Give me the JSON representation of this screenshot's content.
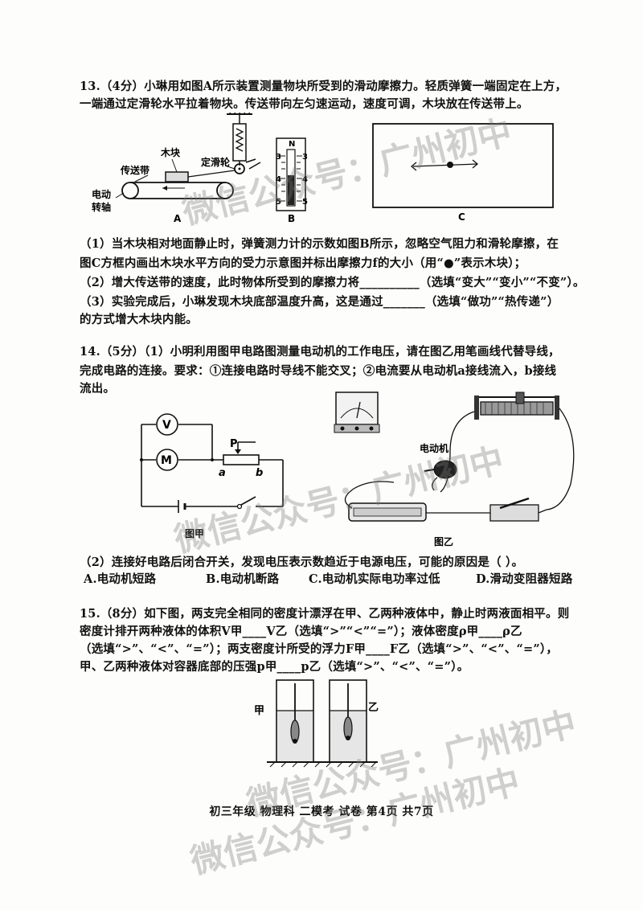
{
  "q13": {
    "lines": [
      "13.（4分）小琳用如图A所示装置测量物块所受到的滑动摩擦力。轻质弹簧一端固定在上方，",
      "一端通过定滑轮水平拉着物块。传送带向左匀速运动，速度可调，木块放在传送带上。",
      "（1）当木块相对地面静止时，弹簧测力计的示数如图B所示，忽略空气阻力和滑轮摩擦，在",
      "图C方框内画出木块水平方向的受力示意图并标出摩擦力f的大小（用“●”表示木块）；",
      "（2）增大传送带的速度，此时物体所受到的摩擦力将__________（选填“变大”“变小”“不变”）。",
      "（3）实验完成后，小琳发现木块底部温度升高，这是通过_______（选填“做功”“热传递”）",
      "的方式增大木块内能。"
    ],
    "fig_a": {
      "label": "A",
      "conveyor": "传送带",
      "block": "木块",
      "pulley": "定滑轮",
      "motor_1": "电动",
      "motor_2": "转轴"
    },
    "fig_b": {
      "label": "B",
      "unit": "N",
      "ticks_left": [
        "3",
        "4",
        "5"
      ],
      "ticks_right": [
        "3",
        "4",
        "5"
      ]
    },
    "fig_c": {
      "label": "C"
    }
  },
  "q14": {
    "lines": [
      "14.（5分）（1）小明利用图甲电路图测量电动机的工作电压，请在图乙用笔画线代替导线，",
      "完成电路的连接。要求：①连接电路时导线不能交叉；②电流要从电动机a接线流入，b接线",
      "流出。"
    ],
    "fig_jia": {
      "voltmeter": "V",
      "motor": "M",
      "slider": "P",
      "a": "a",
      "b": "b",
      "caption": "图甲"
    },
    "fig_yi": {
      "motor_label": "电动机",
      "caption": "图乙"
    },
    "part2": "（2）连接好电路后闭合开关，发现电压表示数趋近于电源电压，可能的原因是（    ）。",
    "options": [
      "A.电动机短路",
      "B.电动机断路",
      "C.电动机实际电功率过低",
      "D.滑动变阻器短路"
    ]
  },
  "q15": {
    "lines": [
      "15.（8分）如下图，两支完全相同的密度计漂浮在甲、乙两种液体中，静止时两液面相平。则",
      "密度计排开两种液体的体积V甲____V乙（选填“>”“<”“=”）；液体密度ρ甲____ρ乙",
      "（选填“>”、“<”、“=”）；两支密度计所受的浮力F甲____F乙（选填“>”、“<”、“=”），",
      "甲、乙两种液体对容器底部的压强p甲____p乙（选填“>”、“<”、“=”）。"
    ],
    "fig": {
      "jia": "甲",
      "yi": "乙"
    }
  },
  "footer": "初三年级  物理科  二模考  试卷 第4页 共7页",
  "watermark": {
    "w1": "微信公众号：广州初中",
    "w2": "微信公众号：广州初中",
    "w3": "微信公众号：广州初中",
    "w4": "微信公众号：广州初中"
  }
}
